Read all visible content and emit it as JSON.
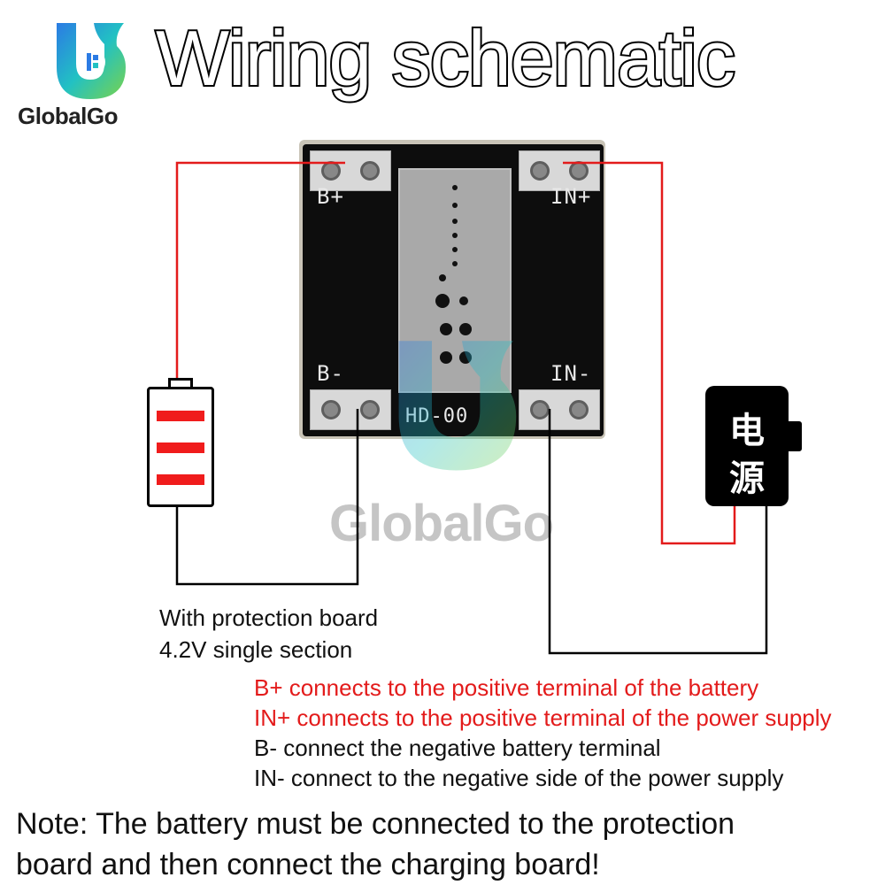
{
  "brand": {
    "name": "GlobalGo",
    "watermark": "GlobalGo"
  },
  "title": "Wiring schematic",
  "board": {
    "labels": {
      "b_plus": "B+",
      "in_plus": "IN+",
      "b_minus": "B-",
      "in_minus": "IN-",
      "model": "HD-00"
    }
  },
  "power_supply": {
    "label_line1": "电",
    "label_line2": "源"
  },
  "battery": {
    "caption_line1": "With protection board",
    "caption_line2": "4.2V single section"
  },
  "instructions": [
    {
      "text": "B+ connects to the positive terminal of the battery",
      "color": "#e31b1b"
    },
    {
      "text": "IN+ connects to the positive terminal of the power supply",
      "color": "#e31b1b"
    },
    {
      "text": "B- connect the negative battery terminal",
      "color": "#111111"
    },
    {
      "text": "IN- connect to the negative side of the power supply",
      "color": "#111111"
    }
  ],
  "note": {
    "line1": "Note: The battery must be connected to the protection",
    "line2": "board and then connect the charging board!"
  },
  "colors": {
    "positive_wire": "#e31b1b",
    "negative_wire": "#000000",
    "battery_bars": "#f01c1c"
  }
}
